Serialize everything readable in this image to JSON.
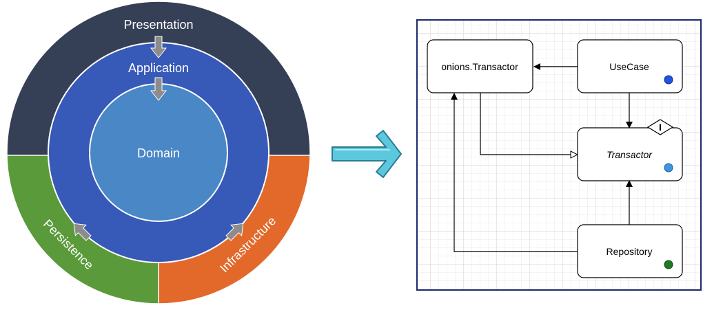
{
  "onion": {
    "outer_top_label": "Presentation",
    "outer_left_label": "Persistence",
    "outer_right_label": "Infrastructure",
    "middle_label": "Application",
    "core_label": "Domain",
    "colors": {
      "presentation": "#353f55",
      "persistence": "#5a9a3a",
      "infrastructure": "#e2692a",
      "application": "#3759b8",
      "domain": "#4a87c6",
      "arrow": "#8c8c8c"
    }
  },
  "transition_arrow": {
    "color": "#5bc8de"
  },
  "uml": {
    "boxes": {
      "transactor_impl": "onions.Transactor",
      "usecase": "UseCase",
      "transactor_iface": "Transactor",
      "repository": "Repository"
    },
    "interface_marker": "I",
    "dot_colors": {
      "usecase": "#1f55e6",
      "transactor_iface": "#3e95e0",
      "repository": "#1e7a23"
    },
    "frame_color": "#1a2a6e",
    "grid_color": "#e3e3e3"
  }
}
